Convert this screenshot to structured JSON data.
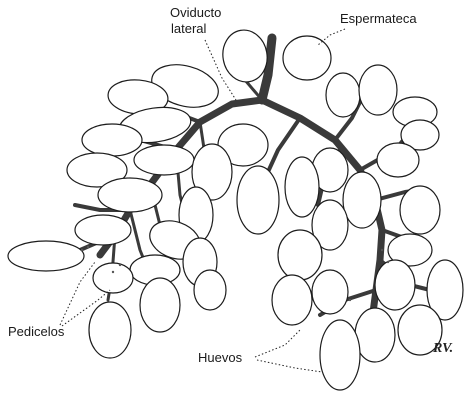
{
  "labels": {
    "oviducto": [
      "Oviducto",
      "lateral"
    ],
    "espermateca": "Espermateca",
    "pedicelos": "Pedicelos",
    "huevos": "Huevos"
  },
  "signature": "RV.",
  "colors": {
    "ink": "#1c1c1c",
    "stalk": "#3a3a3a",
    "background": "#ffffff"
  }
}
